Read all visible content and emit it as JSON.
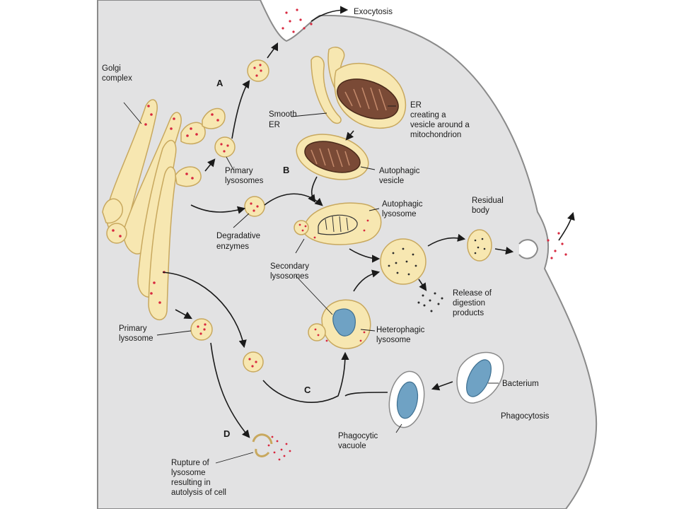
{
  "diagram": {
    "labels": {
      "exocytosis": "Exocytosis",
      "golgi_1": "Golgi",
      "golgi_2": "complex",
      "letter_a": "A",
      "letter_b": "B",
      "letter_c": "C",
      "letter_d": "D",
      "smooth_er_1": "Smooth",
      "smooth_er_2": "ER",
      "er_vesicle_1": "ER",
      "er_vesicle_2": "creating a",
      "er_vesicle_3": "vesicle around a",
      "er_vesicle_4": "mitochondrion",
      "primary_lysosomes_1": "Primary",
      "primary_lysosomes_2": "lysosomes",
      "autophagic_vesicle_1": "Autophagic",
      "autophagic_vesicle_2": "vesicle",
      "autophagic_lysosome_1": "Autophagic",
      "autophagic_lysosome_2": "lysosome",
      "residual_body_1": "Residual",
      "residual_body_2": "body",
      "degradative_1": "Degradative",
      "degradative_2": "enzymes",
      "secondary_1": "Secondary",
      "secondary_2": "lysosomes",
      "release_1": "Release of",
      "release_2": "digestion",
      "release_3": "products",
      "heterophagic_1": "Heterophagic",
      "heterophagic_2": "lysosome",
      "primary_lysosome_1": "Primary",
      "primary_lysosome_2": "lysosome",
      "bacterium": "Bacterium",
      "phagocytosis": "Phagocytosis",
      "phagocytic_1": "Phagocytic",
      "phagocytic_2": "vacuole",
      "rupture_1": "Rupture of",
      "rupture_2": "lysosome",
      "rupture_3": "resulting in",
      "rupture_4": "autolysis of cell"
    },
    "colors": {
      "cell": "#e2e2e3",
      "membrane": "#8a8a8a",
      "organelle_fill": "#f7e7b1",
      "organelle_stroke": "#c8a85e",
      "enzyme_dots": "#d8283f",
      "mitochondrion": "#7a4a36",
      "bacterium": "#6fa2c4",
      "arrow": "#1a1a1a"
    }
  }
}
